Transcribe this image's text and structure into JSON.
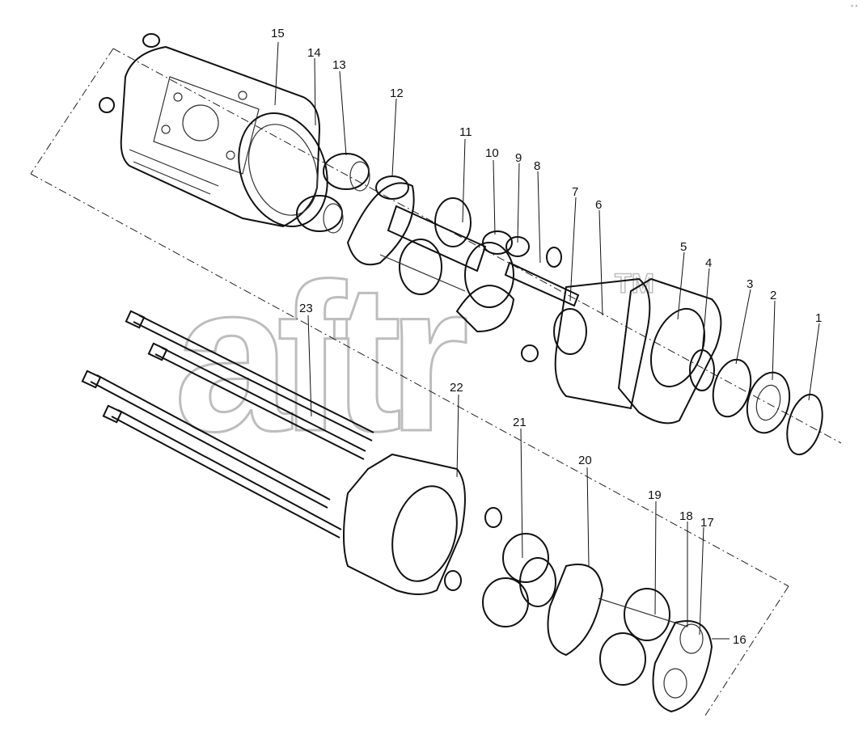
{
  "watermark": {
    "text": "aftr",
    "tm": "TM"
  },
  "corner_mark": "° °",
  "callouts": [
    "1",
    "2",
    "3",
    "4",
    "5",
    "6",
    "7",
    "8",
    "9",
    "10",
    "11",
    "12",
    "13",
    "14",
    "15",
    "16",
    "17",
    "18",
    "19",
    "20",
    "21",
    "22",
    "23"
  ]
}
